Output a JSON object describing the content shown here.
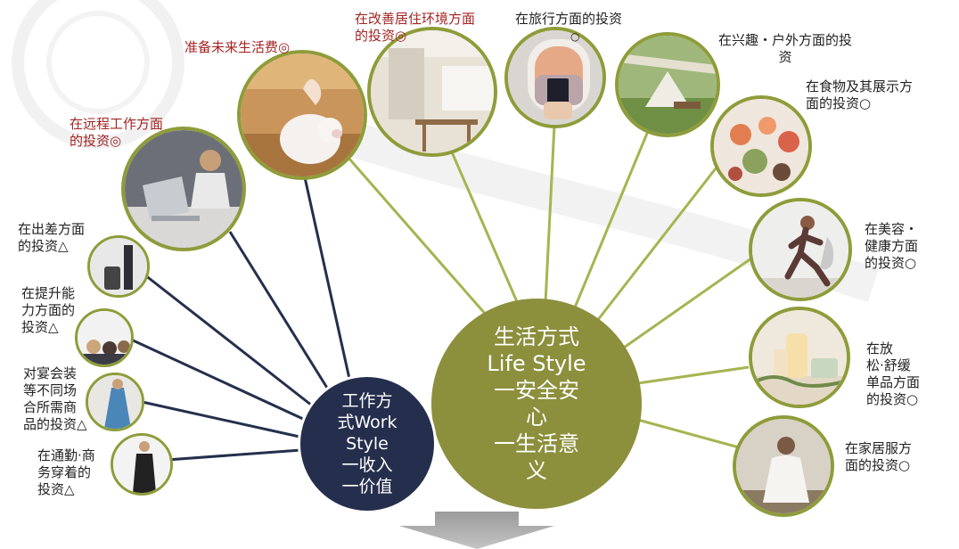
{
  "hubs": {
    "life_style": "生活方式\nLife Style\n一安全安\n心\n一生活意\n义",
    "work_style": "工作方\n式Work\nStyle\n一收入\n一价值"
  },
  "labels": {
    "living_expenses": "准备未来生活费◎",
    "home_environment": "在改善居住环境方面\n的投资◎",
    "travel": "在旅行方面的投资",
    "outdoor": "在兴趣・户外方面的投\n资",
    "food": "在食物及其展示方\n面的投资○",
    "remote_work": "在远程工作方面\n的投资◎",
    "business_trip": "在出差方面\n的投资△",
    "skill_up": "在提升能\n力方面的\n投资△",
    "formal_wear": "对宴会装\n等不同场\n合所需商\n品的投资△",
    "commute": "在通勤·商\n务穿着的\n投资△",
    "beauty_health": "在美容・\n健康方面\n的投资○",
    "relaxation": "在放\n松·舒缓\n单品方面\n的投资○",
    "homewear": "在家居服方\n面的投资○"
  },
  "travel_mark": "○",
  "colors": {
    "life_hub": "#8c8f3c",
    "work_hub": "#252f4d",
    "connector": "#a6b451",
    "ring": "#8e9c3a",
    "red_text": "#a32424",
    "arrow": "#8a8a8a"
  },
  "icons": [
    "piggy-bank-icon",
    "passport-icon",
    "tent-icon",
    "laptop-icon",
    "suitcase-icon",
    "candle-icon",
    "runner-icon",
    "suit-icon"
  ]
}
